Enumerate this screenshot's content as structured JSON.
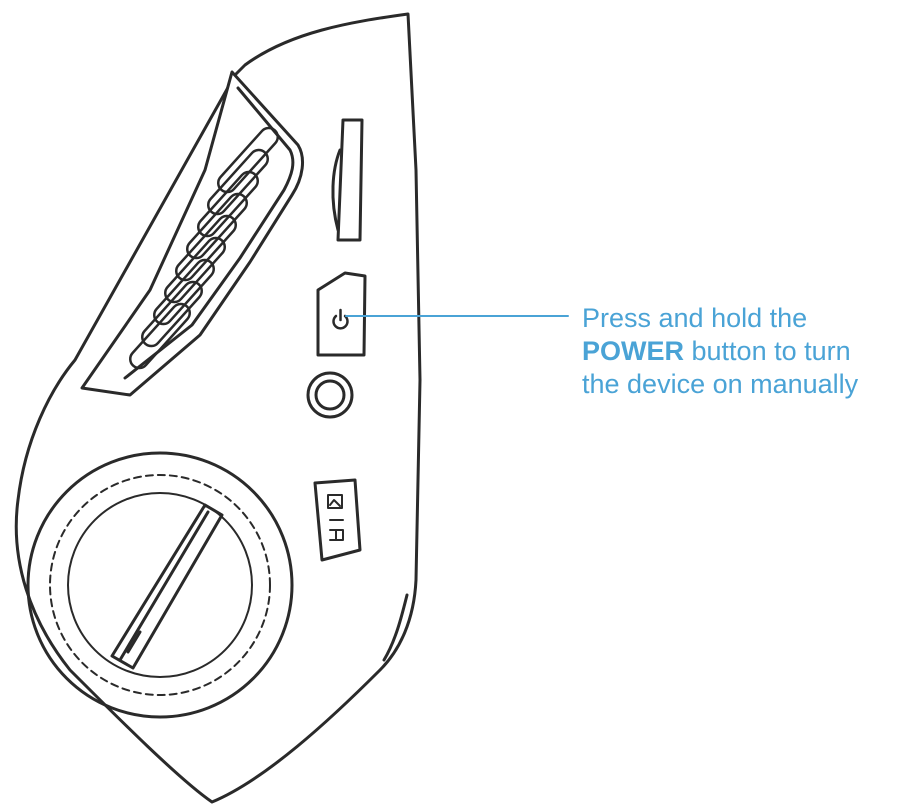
{
  "callout": {
    "line1": "Press and hold the",
    "emphasis": "POWER",
    "line2_rest": " button to turn",
    "line3": "the device on manually"
  },
  "colors": {
    "outline": "#2a2a2a",
    "accent": "#4aa3d6"
  },
  "icons": {
    "power": "power-icon",
    "memory_card": "memory-card-icon"
  }
}
